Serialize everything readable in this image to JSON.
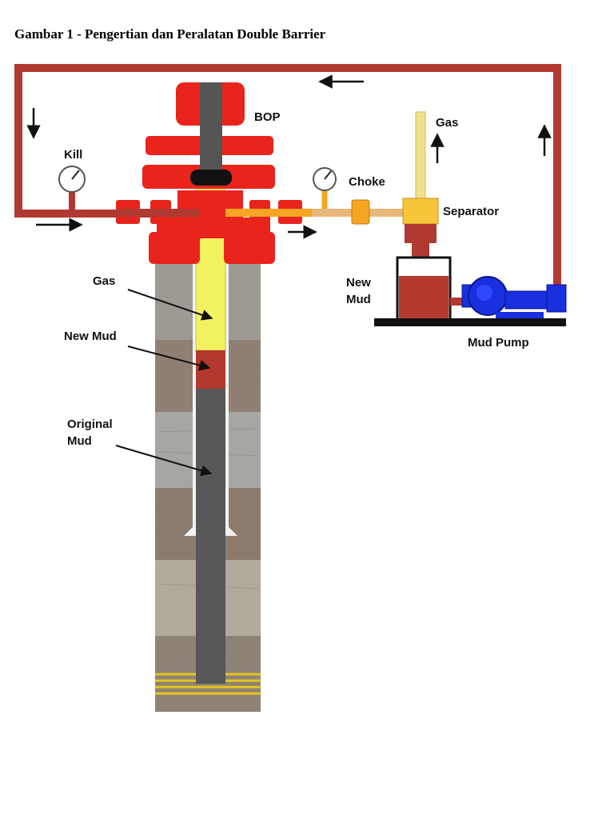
{
  "figure": {
    "caption": "Gambar 1 - Pengertian dan Peralatan Double Barrier"
  },
  "labels": {
    "bop": "BOP",
    "kill": "Kill",
    "choke": "Choke",
    "gas_outlet": "Gas",
    "separator": "Separator",
    "new_mud_tank_line1": "New",
    "new_mud_tank_line2": "Mud",
    "mud_pump": "Mud Pump",
    "gas_in_well": "Gas",
    "new_mud_in_well": "New Mud",
    "original_mud_line1": "Original",
    "original_mud_line2": "Mud"
  },
  "colors": {
    "circulation_line": "#b03a32",
    "bop": "#e8241c",
    "gas": "#f2f260",
    "choke_valve": "#f5a623",
    "separator": "#f7c63a",
    "new_mud": "#b3382e",
    "drill_pipe": "#555555",
    "pump": "#1a2fe0",
    "formation": "#a69d91"
  }
}
